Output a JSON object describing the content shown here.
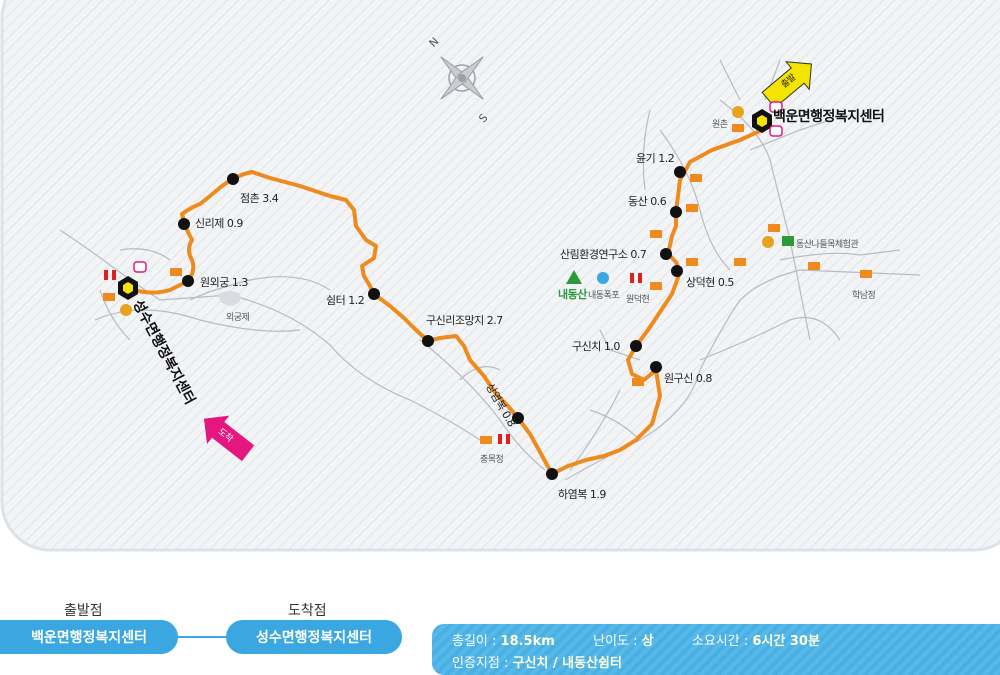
{
  "map": {
    "compass": {
      "n": "N",
      "s": "S"
    },
    "waypoints": [
      {
        "id": "wongung",
        "label": "원외궁 1.3"
      },
      {
        "id": "sinrije",
        "label": "신리제 0.9"
      },
      {
        "id": "jeomchon",
        "label": "점촌 3.4"
      },
      {
        "id": "swimteo",
        "label": "쉼터 1.2"
      },
      {
        "id": "gusinri",
        "label": "구신리조망지 2.7"
      },
      {
        "id": "sangyeombok",
        "label": "상염복 0.8"
      },
      {
        "id": "hayeombok",
        "label": "하염복 1.9"
      },
      {
        "id": "wongusin",
        "label": "원구신 0.8"
      },
      {
        "id": "gusinchi",
        "label": "구신치 1.0"
      },
      {
        "id": "sangdeokhyeon",
        "label": "상덕현 0.5"
      },
      {
        "id": "sallim",
        "label": "산림환경연구소 0.7"
      },
      {
        "id": "dongsan",
        "label": "동산 0.6"
      },
      {
        "id": "yungi",
        "label": "윤기 1.2"
      }
    ],
    "places": {
      "start_center": "백운면행정복지센터",
      "end_center": "성수면행정복지센터",
      "wonchon": "원촌",
      "wongungje": "외궁제",
      "chungmokjeong": "충목정",
      "naedongsan": "내동산",
      "naedongpokpo": "내동폭포",
      "wondeokhyeon": "원덕현",
      "dongsan_farm": "동산나들목체험관",
      "haknamjeong": "학남정"
    },
    "markers": {
      "start": "출발",
      "end": "도착"
    }
  },
  "legend": {
    "start_caption": "출발점",
    "start_name": "백운면행정복지센터",
    "end_caption": "도착점",
    "end_name": "성수면행정복지센터"
  },
  "summary": {
    "length_label": "총길이 : ",
    "length_value": "18.5km",
    "difficulty_label": "난이도 : ",
    "difficulty_value": "상",
    "time_label": "소요시간 : ",
    "time_value": "6시간 30분",
    "checkpoint_label": "인증지점 : ",
    "checkpoint_value": "구신치 / 내동산쉼터"
  },
  "colors": {
    "route": "#ef8a1e",
    "panel_border": "#dde2e8",
    "pill": "#3ba7e0",
    "start_arrow": "#f5e300",
    "end_arrow": "#e6167f"
  }
}
